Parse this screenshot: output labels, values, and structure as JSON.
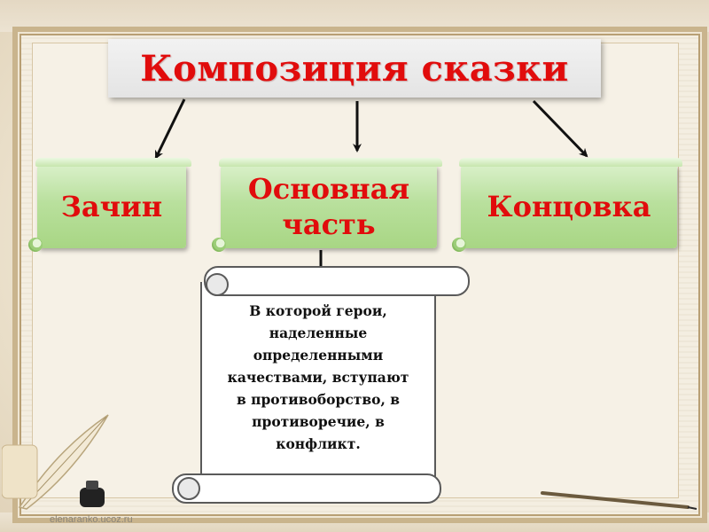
{
  "title": "Композиция сказки",
  "parts": [
    {
      "label": "Зачин"
    },
    {
      "label_line1": "Основная",
      "label_line2": "часть"
    },
    {
      "label": "Концовка"
    }
  ],
  "scroll_text": [
    "В которой герои,",
    "наделенные",
    "определенными",
    "качествами, вступают",
    "в противоборство, в",
    "противоречие, в",
    "конфликт."
  ],
  "watermark": "elenaranko.ucoz.ru",
  "colors": {
    "title_text": "#e10c0c",
    "banner": "#b9e09d",
    "arrow": "#111111"
  },
  "icons": [
    "feather-quill-icon",
    "inkwell-icon",
    "fountain-pen-icon"
  ]
}
